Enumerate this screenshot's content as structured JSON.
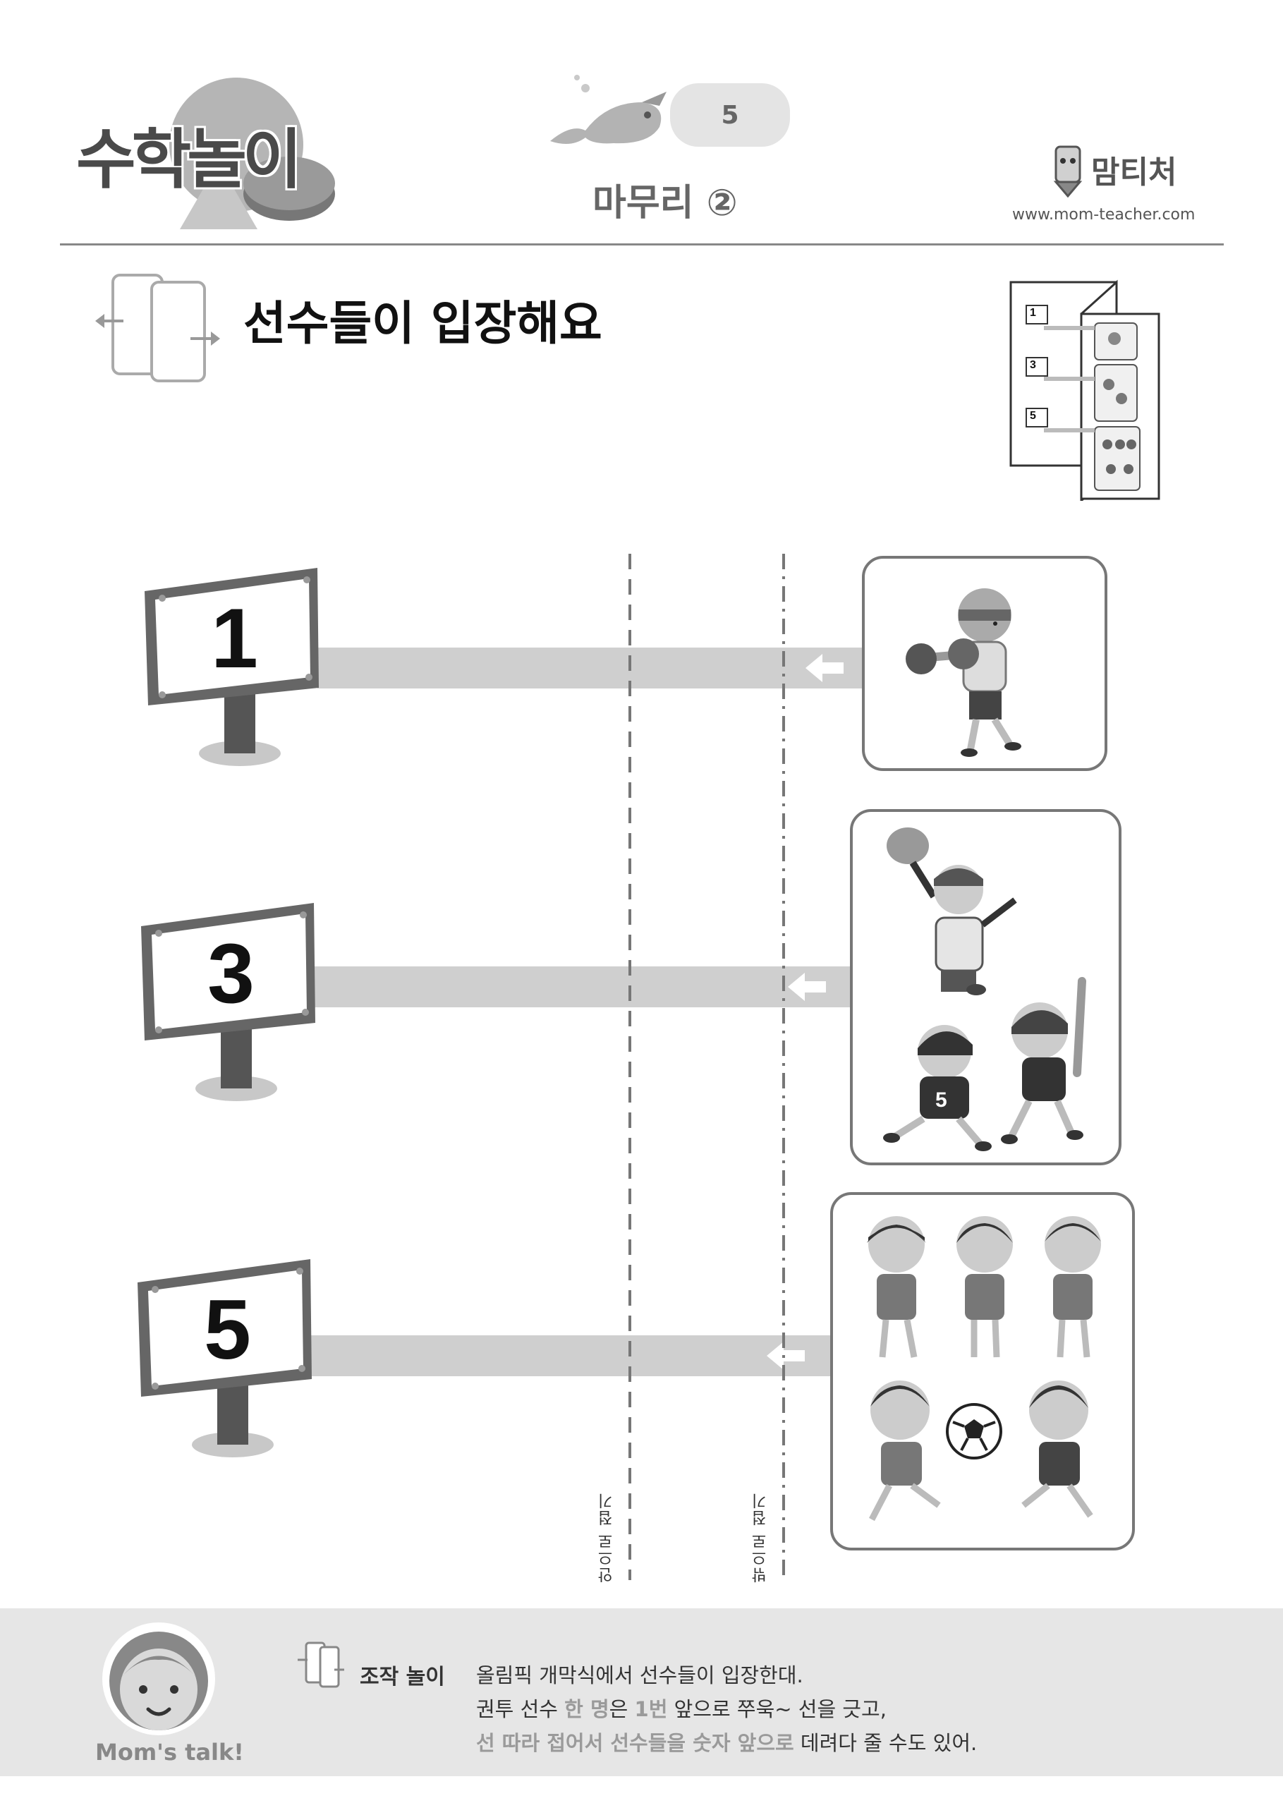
{
  "header": {
    "logo_text": "수학놀이",
    "unit_number": "5",
    "lesson_title": "마무리 ②",
    "brand_name": "맘티처",
    "brand_url": "www.mom-teacher.com"
  },
  "activity": {
    "title": "선수들이 입장해요",
    "thumbnail_numbers": [
      "1",
      "3",
      "5"
    ]
  },
  "signs": [
    {
      "number": "1"
    },
    {
      "number": "3"
    },
    {
      "number": "5"
    }
  ],
  "fold_labels": {
    "inner": "안으로 접기",
    "outer": "밖으로 접기"
  },
  "cards": [
    {
      "icon": "boxer-icon"
    },
    {
      "icon": "baseball-players-icon"
    },
    {
      "icon": "soccer-players-icon"
    }
  ],
  "footer": {
    "moms_talk": "Mom's talk!",
    "heading": "조작 놀이",
    "line1": "올림픽 개막식에서 선수들이 입장한대.",
    "line2_a": "권투 선수 ",
    "line2_b": "한 명",
    "line2_c": "은 ",
    "line2_d": "1번",
    "line2_e": " 앞으로 쭈욱~ 선을 긋고,",
    "line3_a": "선 따라 접어서 선수들을 숫자 앞으로",
    "line3_b": " 데려다 줄 수도 있어."
  },
  "colors": {
    "band": "#cfcfcf",
    "card_border": "#777777",
    "footer_bg": "#e6e6e6",
    "highlight": "#9a9a9a"
  }
}
